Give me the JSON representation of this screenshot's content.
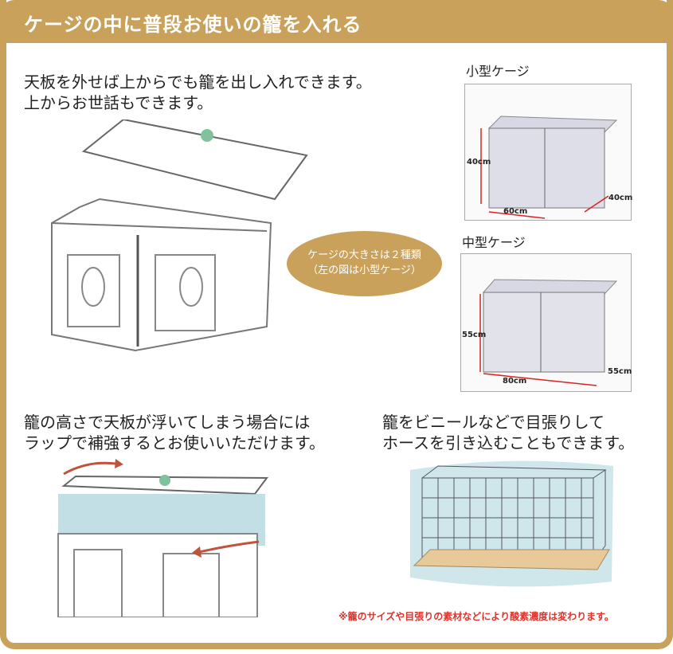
{
  "header": {
    "title": "ケージの中に普段お使いの籠を入れる"
  },
  "section1": {
    "text": "天板を外せば上からでも籠を出し入れできます。\n上からお世話もできます。"
  },
  "badge": {
    "line1": "ケージの大きさは２種類",
    "line2": "（左の図は小型ケージ）"
  },
  "small_cage": {
    "label": "小型ケージ",
    "height": "40cm",
    "width": "60cm",
    "depth": "40cm"
  },
  "medium_cage": {
    "label": "中型ケージ",
    "height": "55cm",
    "width": "80cm",
    "depth": "55cm"
  },
  "section2": {
    "text": "籠の高さで天板が浮いてしまう場合には\nラップで補強するとお使いいただけます。"
  },
  "section3": {
    "text": "籠をビニールなどで目張りして\nホースを引き込むこともできます。"
  },
  "note": "※籠のサイズや目張りの素材などにより酸素濃度は変わります。",
  "colors": {
    "accent": "#c9a15a",
    "note": "#e0332b"
  }
}
